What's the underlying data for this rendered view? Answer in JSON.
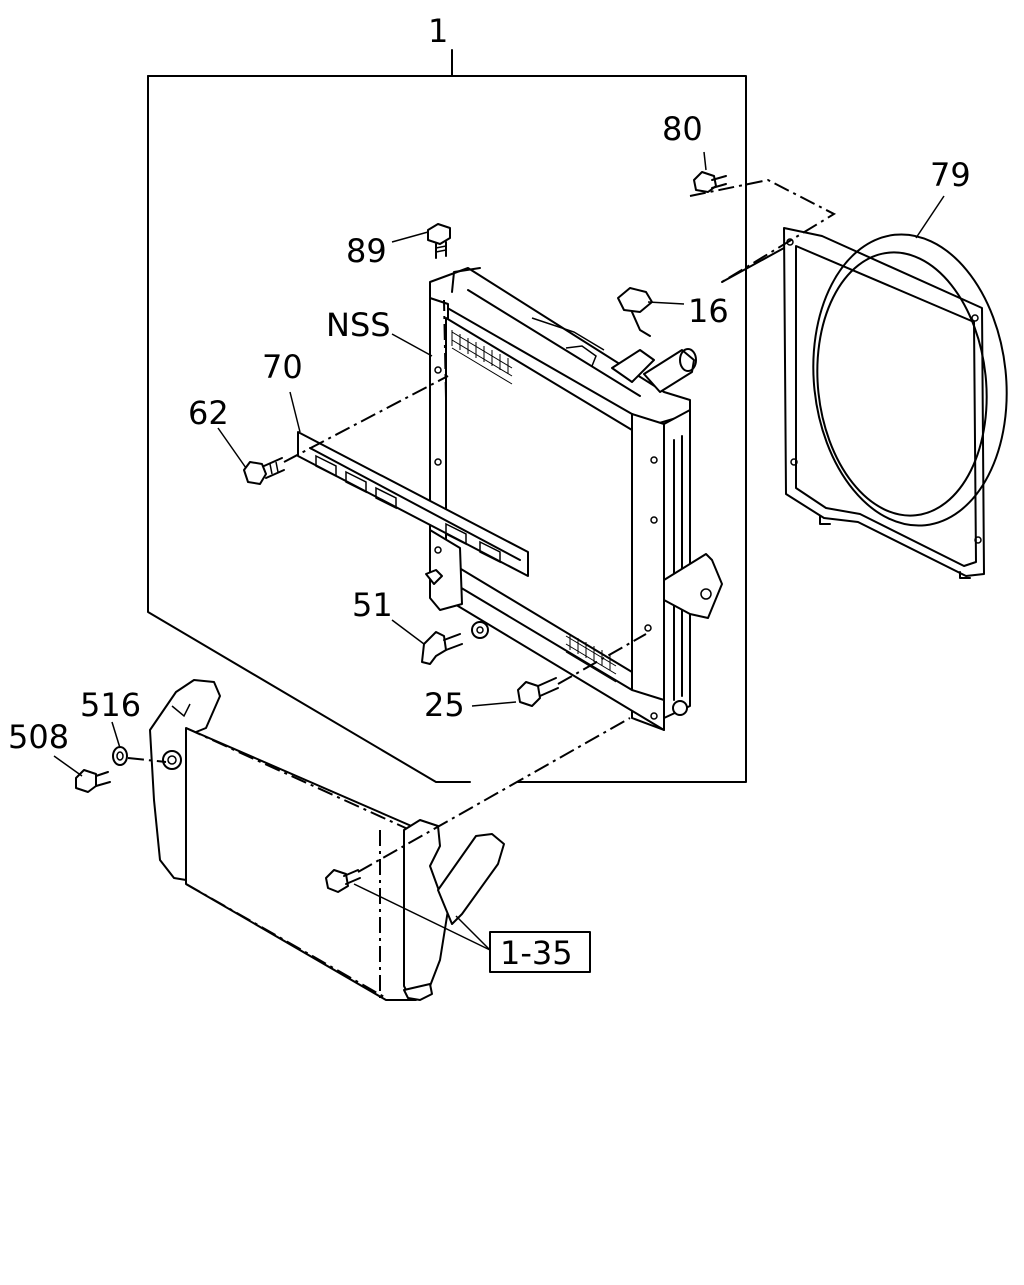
{
  "labels": {
    "l1": "1",
    "l80": "80",
    "l79": "79",
    "l89": "89",
    "l16": "16",
    "lnss": "NSS",
    "l70": "70",
    "l62": "62",
    "l51": "51",
    "l25": "25",
    "l516": "516",
    "l508": "508",
    "l135": "1-35"
  }
}
